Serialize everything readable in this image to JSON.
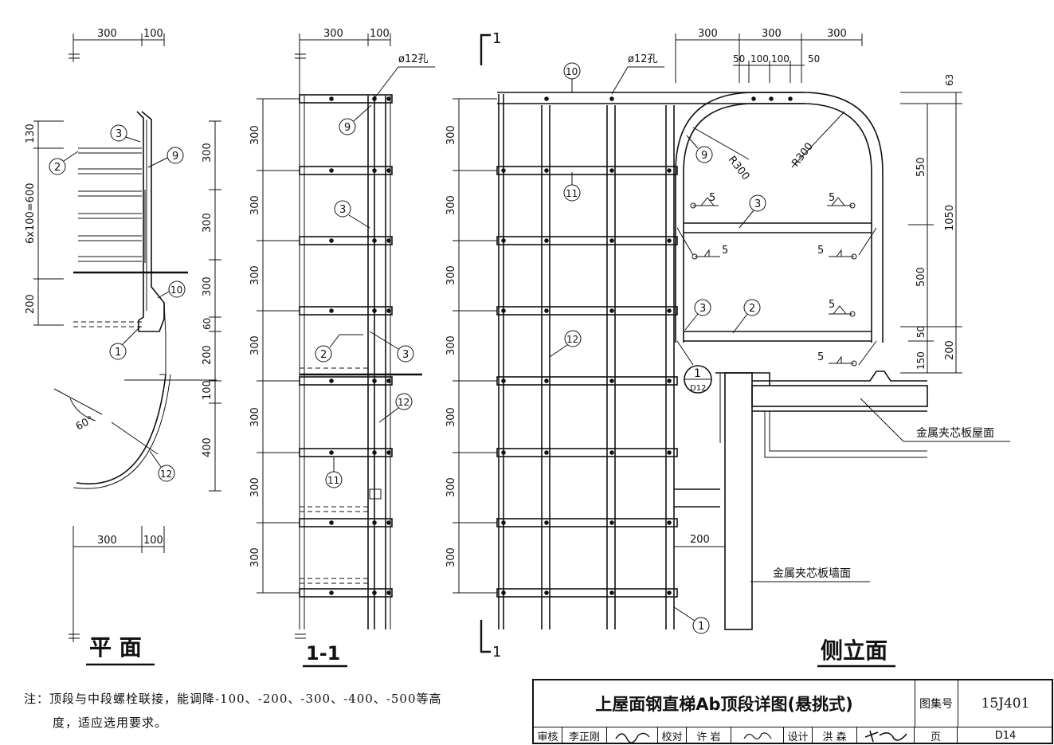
{
  "views": {
    "plan_title": "平 面",
    "section_title": "1-1",
    "side_title": "侧立面",
    "section_mark": "1"
  },
  "dims": {
    "d300": "300",
    "d100": "100",
    "d130": "130",
    "d600": "6x100=600",
    "d200": "200",
    "d60": "60",
    "d400": "400",
    "d50": "50",
    "d63": "63",
    "d550": "550",
    "d1050": "1050",
    "d500": "500",
    "d150": "150",
    "hole": "ø12孔",
    "r300": "R300",
    "angle": "60°",
    "weld": "5"
  },
  "callouts": [
    "1",
    "2",
    "3",
    "9",
    "10",
    "11",
    "12"
  ],
  "detail_ref": {
    "num": "1",
    "sheet": "D12"
  },
  "labels": {
    "roof": "金属夹芯板屋面",
    "wall": "金属夹芯板墙面"
  },
  "note": {
    "line1": "注：顶段与中段螺栓联接，能调降-100、-200、-300、-400、-500等高",
    "line2": "度，适应选用要求。"
  },
  "titleblock": {
    "title": "上屋面钢直梯Ab顶段详图(悬挑式)",
    "atlas_label": "图集号",
    "atlas_no": "15J401",
    "review_label": "审核",
    "reviewer": "李正刚",
    "check_label": "校对",
    "checker": "许 岩",
    "design_label": "设计",
    "designer": "洪 森",
    "page_label": "页",
    "page_no": "D14"
  }
}
